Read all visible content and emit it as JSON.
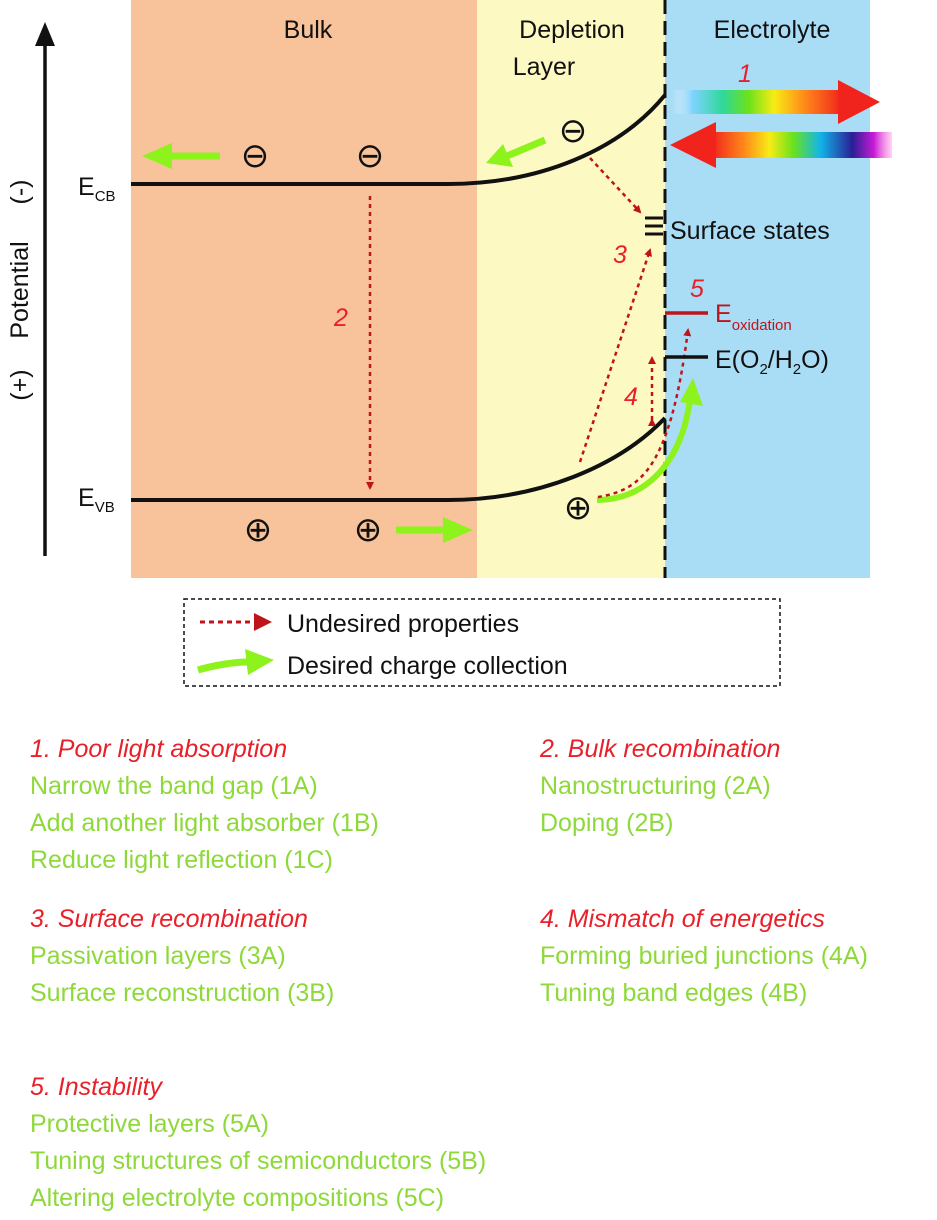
{
  "regions": {
    "bulk": "Bulk",
    "depletion_line1": "Depletion",
    "depletion_line2": "Layer",
    "electrolyte": "Electrolyte"
  },
  "axis": {
    "label": "Potential",
    "plus": "(+)",
    "minus": "(-)"
  },
  "bands": {
    "ecb_main": "E",
    "ecb_sub": "CB",
    "evb_main": "E",
    "evb_sub": "VB"
  },
  "levels": {
    "surface_states": "Surface states",
    "eox_main": "E",
    "eox_sub": "oxidation",
    "o2_part1": "E(O",
    "o2_sub1": "2",
    "o2_part2": "/H",
    "o2_sub2": "2",
    "o2_part3": "O)"
  },
  "carriers": {
    "electron": "⊖",
    "hole": "⊕"
  },
  "process_numbers": {
    "p1": "1",
    "p2": "2",
    "p3": "3",
    "p4": "4",
    "p5": "5"
  },
  "legend": {
    "undesired": "Undesired properties",
    "desired": "Desired charge collection"
  },
  "colors": {
    "bulk": "#f8c39b",
    "depletion": "#fcf9c2",
    "electrolyte": "#a9dcf5",
    "undesired_red": "#c0141b",
    "desired_green": "#8ef21c",
    "issue_red": "#e8202a",
    "solution_green": "#8ed93a"
  },
  "issues": [
    {
      "title": "1. Poor light absorption",
      "solutions": [
        "Narrow the band gap (1A)",
        "Add another light absorber (1B)",
        "Reduce light reflection (1C)"
      ]
    },
    {
      "title": "2. Bulk recombination",
      "solutions": [
        "Nanostructuring (2A)",
        "Doping (2B)"
      ]
    },
    {
      "title": "3. Surface recombination",
      "solutions": [
        "Passivation layers (3A)",
        "Surface reconstruction (3B)"
      ]
    },
    {
      "title": "4. Mismatch of energetics",
      "solutions": [
        "Forming buried junctions (4A)",
        "Tuning band edges (4B)"
      ]
    },
    {
      "title": "5. Instability",
      "solutions": [
        "Protective layers (5A)",
        "Tuning structures of semiconductors (5B)",
        "Altering electrolyte compositions (5C)"
      ]
    }
  ]
}
